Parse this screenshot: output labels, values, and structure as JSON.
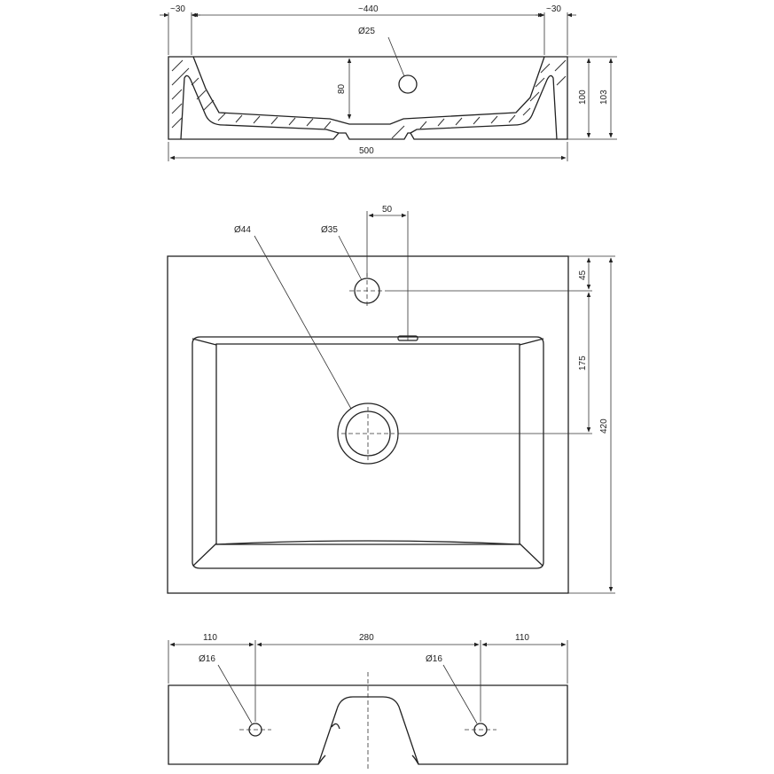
{
  "section_view": {
    "dim_left_rim": "~30",
    "dim_inner_width": "~440",
    "dim_right_rim": "~30",
    "dim_tap_hole": "Ø25",
    "dim_bowl_depth": "80",
    "dim_height_inner": "100",
    "dim_height_total": "103",
    "dim_total_width": "500"
  },
  "top_view": {
    "dim_waste_diameter": "Ø44",
    "dim_tap_diameter": "Ø35",
    "dim_tap_offset": "50",
    "dim_tap_from_edge": "45",
    "dim_tap_to_waste": "175",
    "dim_total_depth": "420"
  },
  "back_view": {
    "dim_left_margin": "110",
    "dim_center_span": "280",
    "dim_right_margin": "110",
    "dim_left_hole": "Ø16",
    "dim_right_hole": "Ø16"
  }
}
